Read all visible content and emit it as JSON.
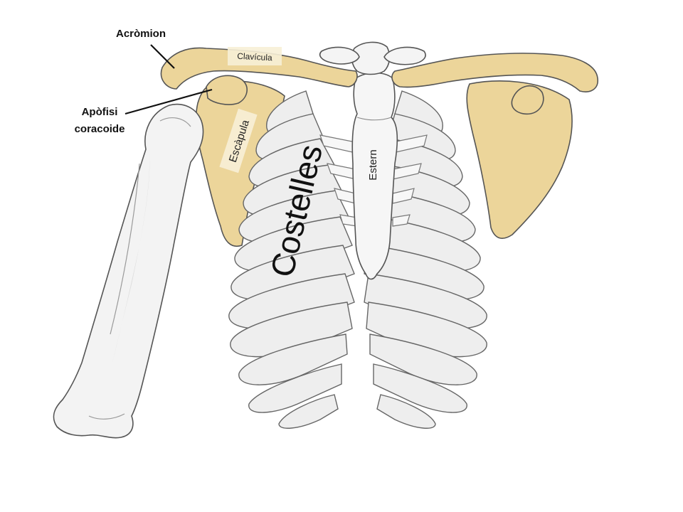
{
  "labels": {
    "acromion": "Acròmion",
    "apofisi_line1": "Apòfisi",
    "apofisi_line2": "coracoide",
    "clavicula": "Clavícula",
    "escapula": "Escàpula",
    "costelles": "Costelles",
    "estern": "Estern"
  },
  "colors": {
    "highlight_bone": "#ecd59a",
    "bone": "#f2f2f2",
    "bone_shadow": "#cfcfcf",
    "outline": "#555555",
    "label_box": "#f7efd6"
  }
}
